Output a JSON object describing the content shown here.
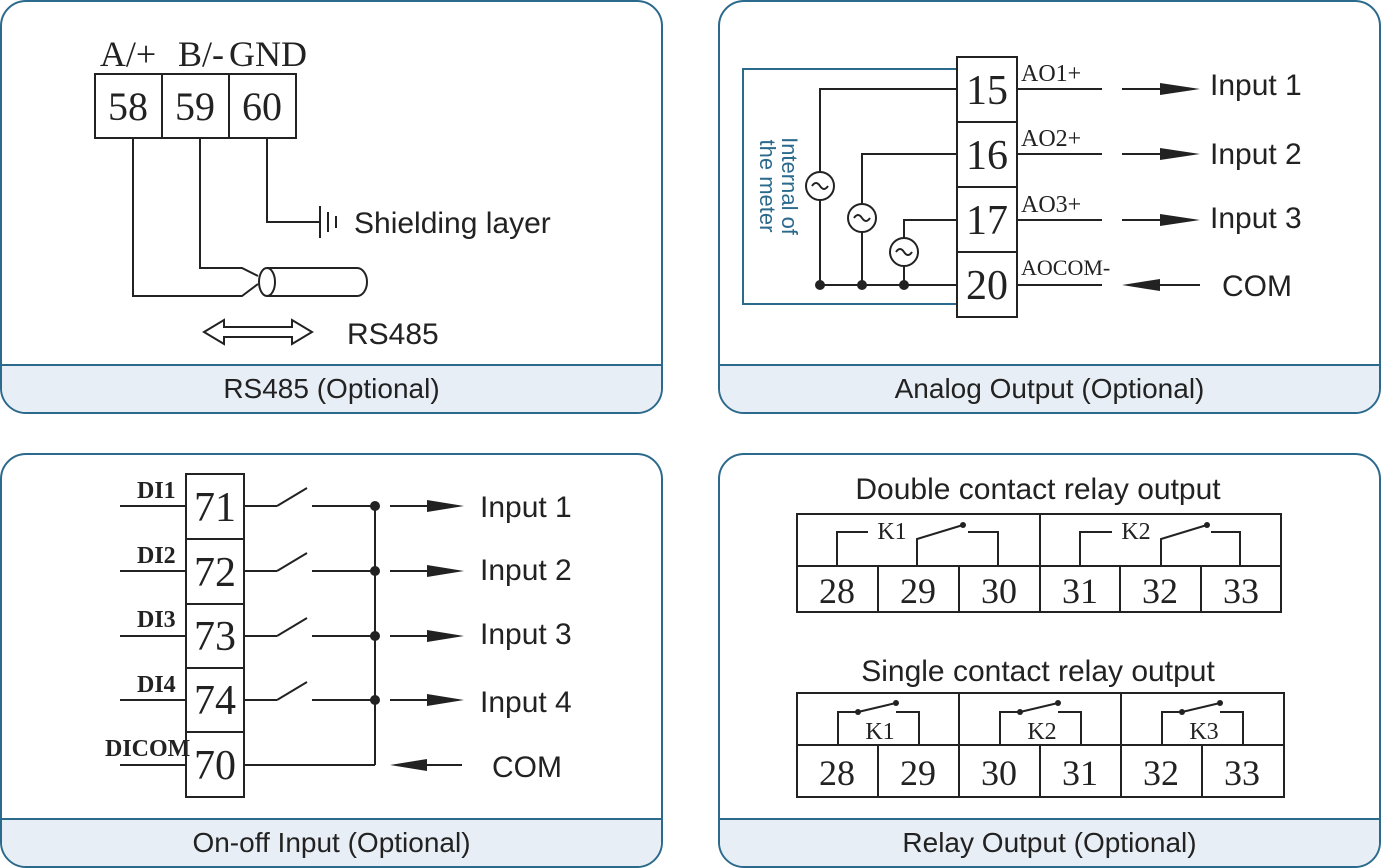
{
  "colors": {
    "border": "#2b6a8c",
    "caption_bg": "#e8eef5",
    "internal_text": "#2b6a8c",
    "ink": "#222222"
  },
  "rs485": {
    "caption": "RS485 (Optional)",
    "labels": [
      "A/+",
      "B/-",
      "GND"
    ],
    "terminals": [
      "58",
      "59",
      "60"
    ],
    "shield_label": "Shielding layer",
    "bus_label": "RS485"
  },
  "analog": {
    "caption": "Analog Output (Optional)",
    "internal_label_1": "Internal of",
    "internal_label_2": "the meter",
    "terminals": [
      "15",
      "16",
      "17",
      "20"
    ],
    "signals": [
      "AO1+",
      "AO2+",
      "AO3+",
      "AOCOM-"
    ],
    "targets": [
      "Input 1",
      "Input 2",
      "Input 3",
      "COM"
    ]
  },
  "onoff": {
    "caption": "On-off Input (Optional)",
    "labels": [
      "DI1",
      "DI2",
      "DI3",
      "DI4",
      "DICOM"
    ],
    "terminals": [
      "71",
      "72",
      "73",
      "74",
      "70"
    ],
    "targets": [
      "Input 1",
      "Input 2",
      "Input 3",
      "Input 4",
      "COM"
    ]
  },
  "relay": {
    "caption": "Relay Output (Optional)",
    "double_title": "Double contact relay output",
    "double_relays": [
      "K1",
      "K2"
    ],
    "double_terminals": [
      "28",
      "29",
      "30",
      "31",
      "32",
      "33"
    ],
    "single_title": "Single contact relay output",
    "single_relays": [
      "K1",
      "K2",
      "K3"
    ],
    "single_terminals": [
      "28",
      "29",
      "30",
      "31",
      "32",
      "33"
    ]
  }
}
